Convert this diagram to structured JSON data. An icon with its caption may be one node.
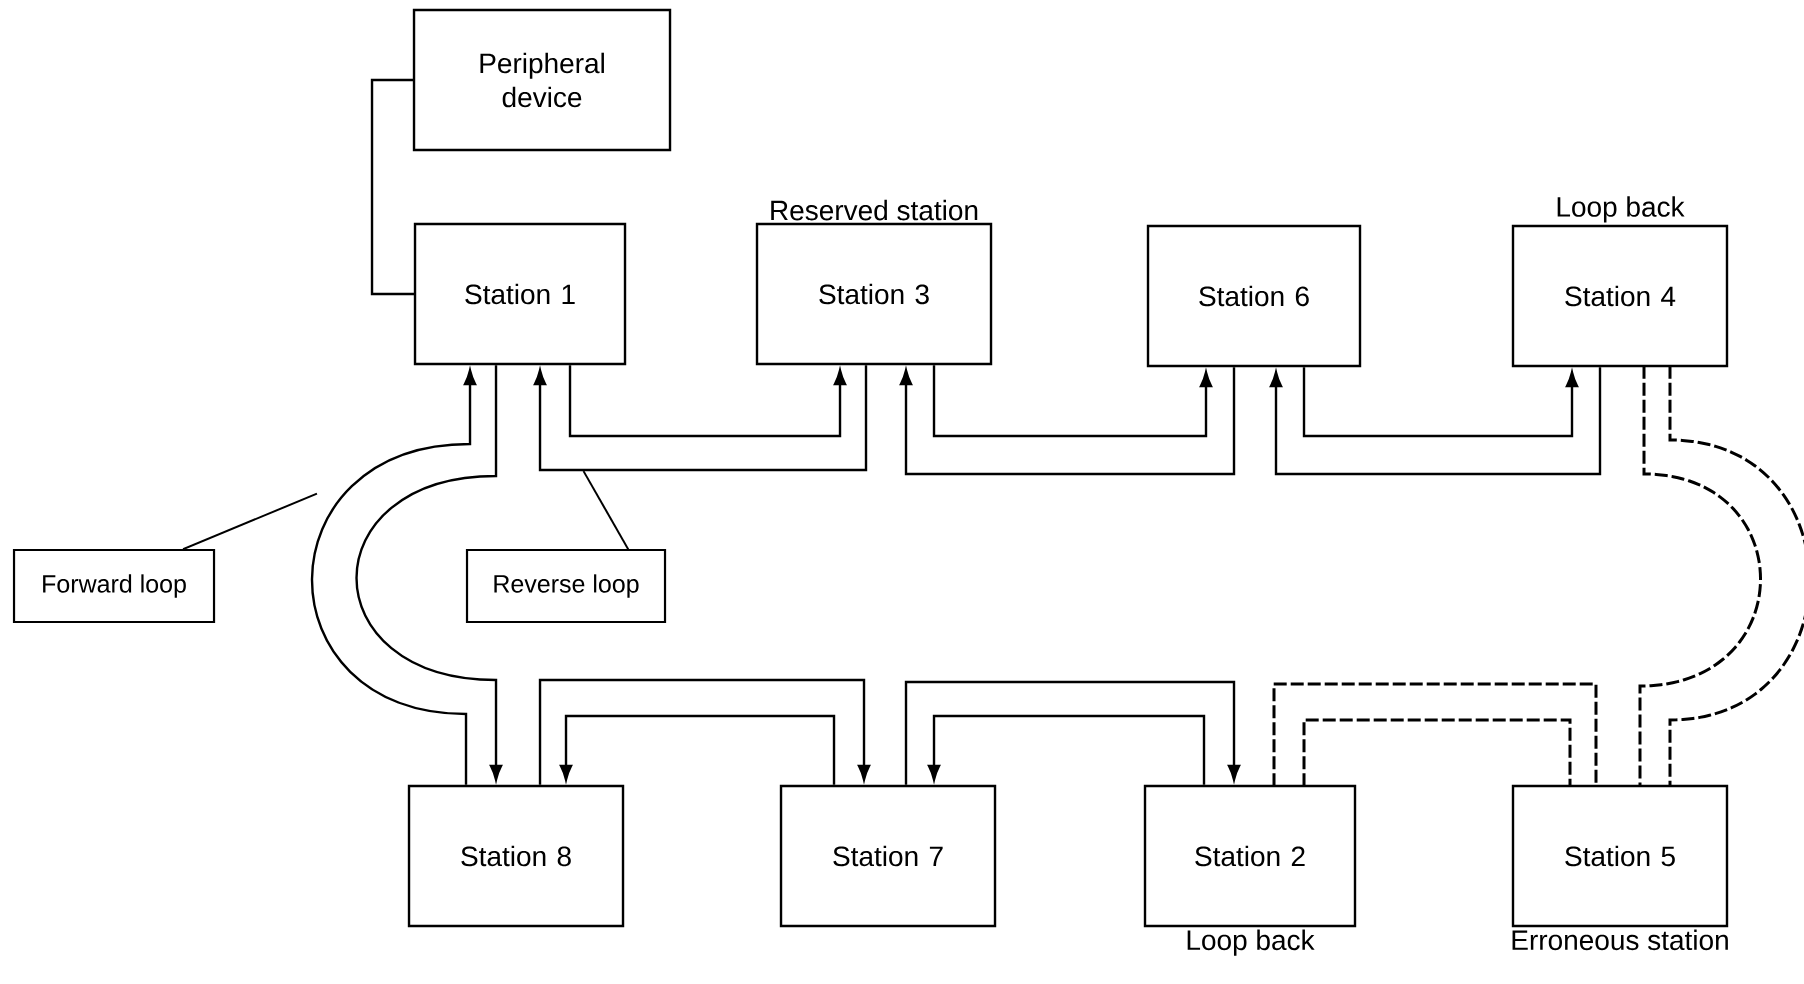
{
  "diagram": {
    "nodes": [
      {
        "text": [
          "Peripheral device"
        ]
      },
      {
        "text": [
          "Station 1"
        ]
      },
      {
        "text": [
          "Station 3"
        ],
        "beside": [
          "Reserved station"
        ]
      },
      {
        "text": [
          "Station 6"
        ]
      },
      {
        "text": [
          "Station 4"
        ],
        "beside": [
          "Loop back"
        ]
      },
      {
        "text": [
          "Station 8"
        ]
      },
      {
        "text": [
          "Station 7"
        ]
      },
      {
        "text": [
          "Station 2"
        ],
        "beside": [
          "Loop back"
        ]
      },
      {
        "text": [
          "Station 5"
        ],
        "beside": [
          "Erroneous station"
        ]
      },
      {
        "text": [
          "Forward loop"
        ]
      },
      {
        "text": [
          "Reverse loop"
        ]
      }
    ],
    "edges": [
      {
        "from": 0,
        "to": 1,
        "arrow": "none"
      },
      {
        "from": 1,
        "to": 2,
        "arrow": "to"
      },
      {
        "from": 2,
        "to": 1,
        "arrow": "to"
      },
      {
        "from": 2,
        "to": 3,
        "arrow": "to"
      },
      {
        "from": 3,
        "to": 2,
        "arrow": "to"
      },
      {
        "from": 3,
        "to": 4,
        "arrow": "to"
      },
      {
        "from": 4,
        "to": 3,
        "arrow": "to"
      },
      {
        "from": 4,
        "to": 8,
        "arrow": "none",
        "style": "dashed"
      },
      {
        "from": 4,
        "to": 8,
        "arrow": "none",
        "style": "dashed"
      },
      {
        "from": 1,
        "to": 5,
        "arrow": "to"
      },
      {
        "from": 5,
        "to": 1,
        "arrow": "to"
      },
      {
        "from": 5,
        "to": 6,
        "arrow": "to"
      },
      {
        "from": 6,
        "to": 5,
        "arrow": "to"
      },
      {
        "from": 6,
        "to": 7,
        "arrow": "to"
      },
      {
        "from": 7,
        "to": 6,
        "arrow": "to"
      },
      {
        "from": 7,
        "to": 8,
        "arrow": "none",
        "style": "dashed"
      },
      {
        "from": 7,
        "to": 8,
        "arrow": "none",
        "style": "dashed"
      },
      {
        "from": 9,
        "to": null,
        "arrow": "none"
      },
      {
        "from": 10,
        "to": null,
        "arrow": "none"
      }
    ]
  }
}
